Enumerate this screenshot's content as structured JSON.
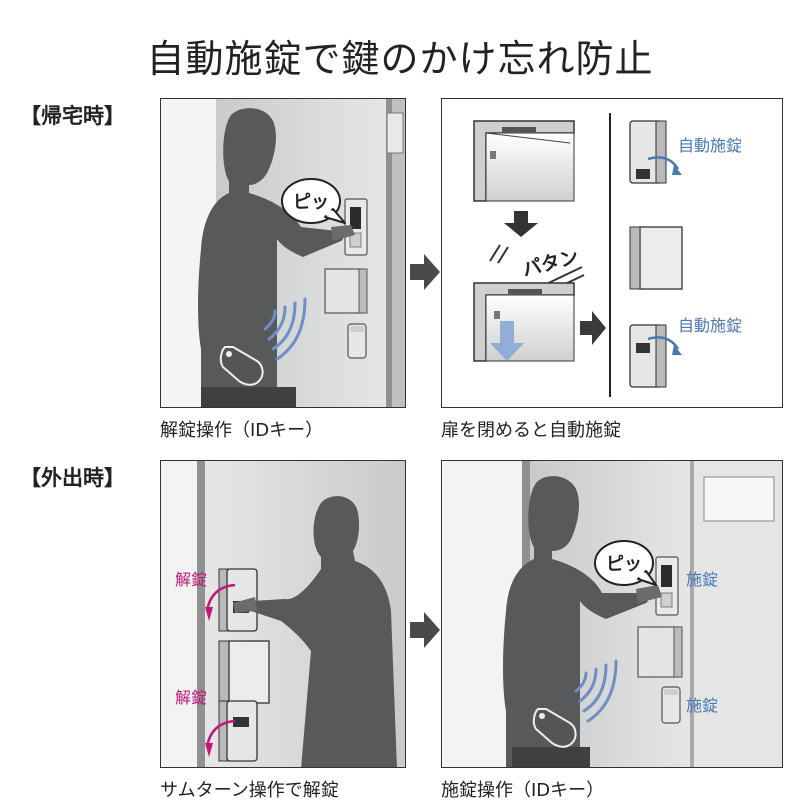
{
  "title": "自動施錠で鍵のかけ忘れ防止",
  "sections": {
    "home": {
      "label": "【帰宅時】",
      "left_caption": "解錠操作（IDキー）",
      "right_caption": "扉を閉めると自動施錠",
      "beep": "ピッ",
      "slam": "パタン",
      "auto_lock_top": "自動施錠",
      "auto_lock_bottom": "自動施錠"
    },
    "out": {
      "label": "【外出時】",
      "left_caption": "サムターン操作で解錠",
      "right_caption": "施錠操作（IDキー）",
      "unlock_top": "解錠",
      "unlock_bottom": "解錠",
      "beep": "ピッ",
      "lock_top": "施錠",
      "lock_bottom": "施錠"
    }
  },
  "colors": {
    "accent_blue": "#4a78b5",
    "accent_pink": "#c2187a",
    "silhouette": "#58595b",
    "door": "#d7d8d9"
  }
}
